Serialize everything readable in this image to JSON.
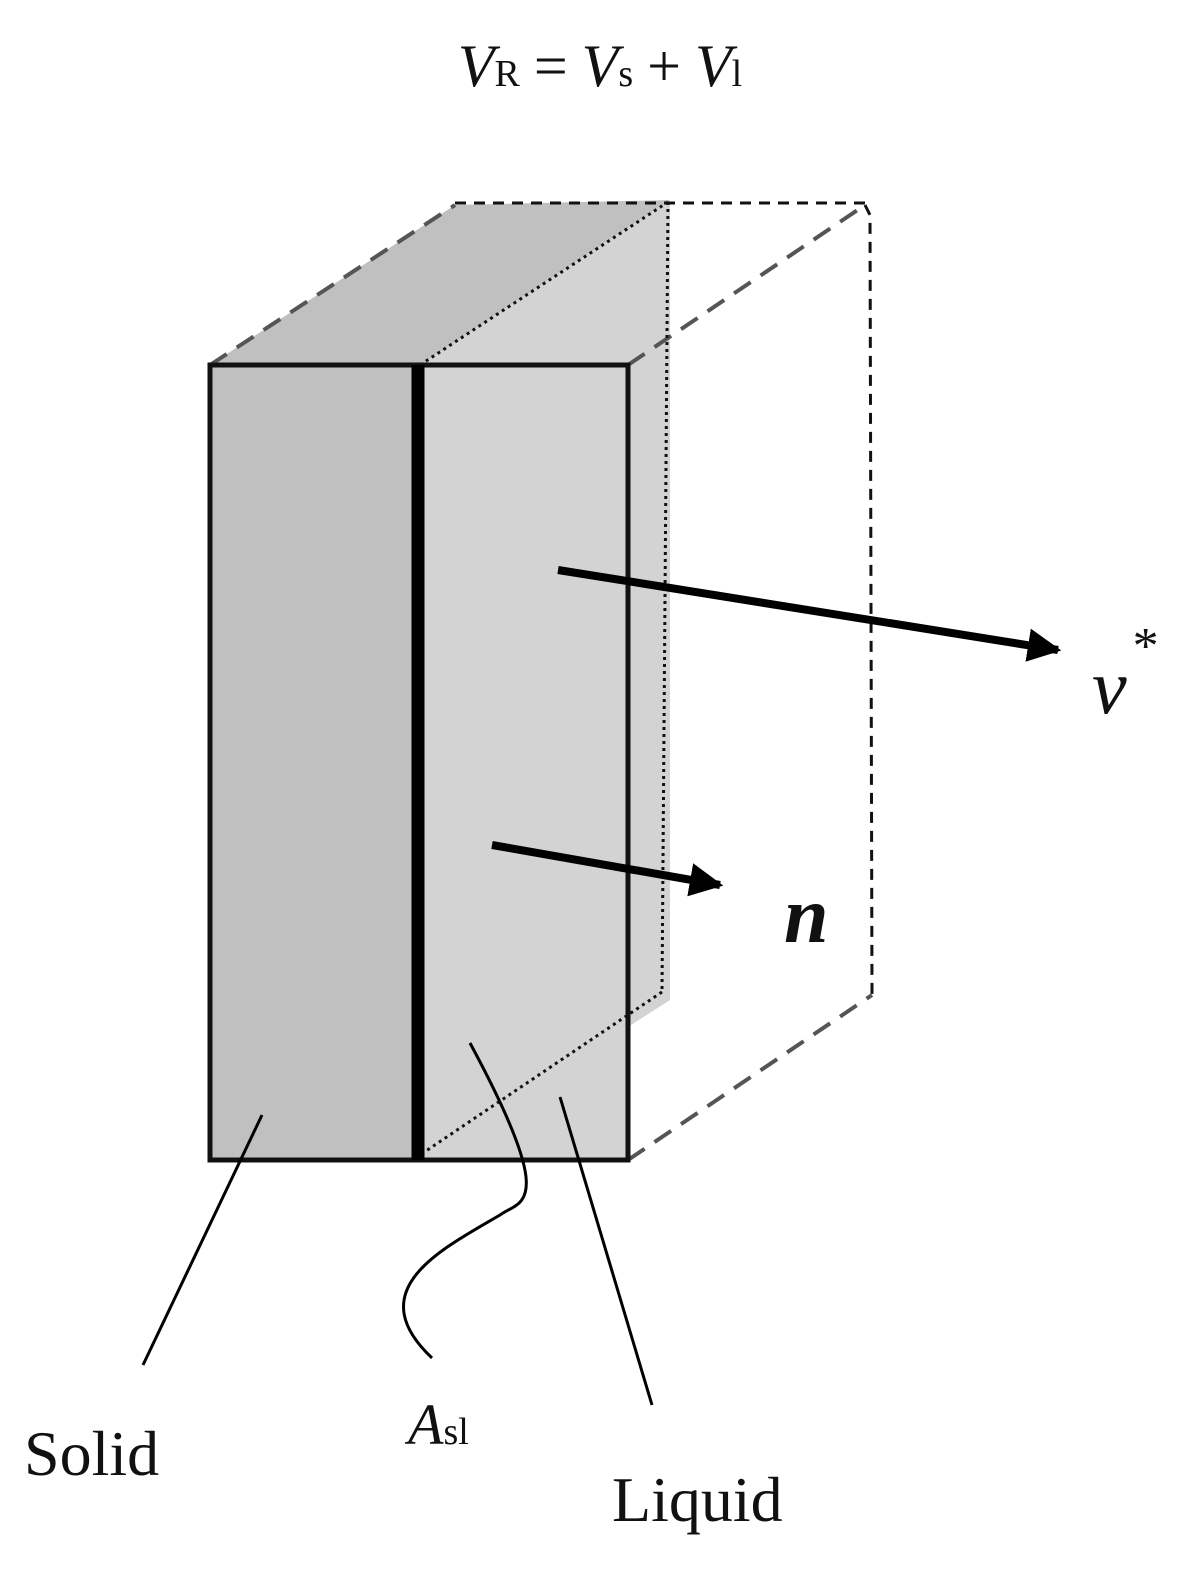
{
  "equation": {
    "lhs_symbol": "V",
    "lhs_sub": "R",
    "equals": "=",
    "term1_symbol": "V",
    "term1_sub": "s",
    "plus": "+",
    "term2_symbol": "V",
    "term2_sub": "l"
  },
  "labels": {
    "velocity_symbol": "v",
    "velocity_sup": "*",
    "normal_symbol": "n",
    "solid": "Solid",
    "interface_symbol": "A",
    "interface_sub": "sl",
    "liquid": "Liquid"
  },
  "colors": {
    "solid_fill": "#c0c0c0",
    "liquid_fill": "#d3d3d3",
    "outline": "#111111",
    "dashed_edge": "#555555",
    "background": "#ffffff"
  }
}
